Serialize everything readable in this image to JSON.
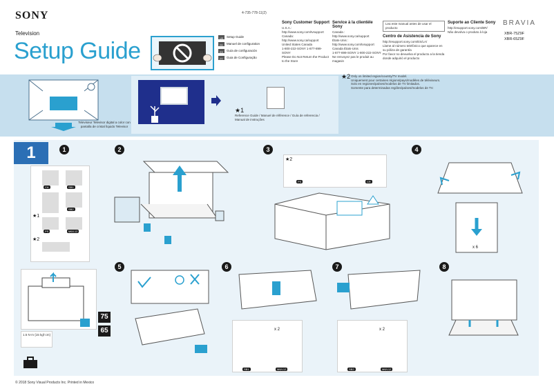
{
  "brand": "SONY",
  "product_label": "Television",
  "title": "Setup Guide",
  "doc_number": "4-735-778-11(2)",
  "languages": [
    {
      "code": "US",
      "label": "Setup Guide"
    },
    {
      "code": "FR",
      "label": "Manuel de configuration"
    },
    {
      "code": "ES",
      "label": "Guía de configuración"
    },
    {
      "code": "PT",
      "label": "Guia de Configuração"
    }
  ],
  "support_en": {
    "heading": "Sony Customer Support",
    "lines": [
      "U.S.A.:",
      "http://www.sony.com/tvsupport",
      "Canada:",
      "http://www.sony.ca/support",
      "United States   Canada",
      "1-800-222-SONY   1-877-899-SONY",
      "Please Do Not Return the Product to the Store"
    ]
  },
  "support_fr": {
    "heading": "Service à la clientèle Sony",
    "lines": [
      "Canada :",
      "http://www.sony.ca/support",
      "États-Unis :",
      "http://www.sony.com/tvsupport",
      "Canada   États-Unis",
      "1-877-899-SONY   1-800-222-SONY",
      "Ne renvoyez pas le produit au magasin"
    ]
  },
  "support_es": {
    "box": "Lea este manual antes de usar el producto",
    "heading": "Centro de Asistencia de Sony",
    "lines": [
      "http://esupport.sony.com/ES/LA/",
      "Llame al número telefónico que aparece en su póliza de garantía",
      "Por favor no devuelva el producto a la tienda donde adquirió el producto"
    ]
  },
  "support_pt": {
    "heading": "Suporte ao Cliente Sony",
    "lines": [
      "http://esupport.sony.com/BR/",
      "Não devolva o produto à loja"
    ]
  },
  "bravia": "BRAVIA",
  "models": [
    "XBR-75Z9F",
    "XBR-65Z9F"
  ],
  "band": {
    "tv_caption": "Televiseur\nTelevisor digital a color con pantalla de cristal líquido\nTelevisor",
    "ref_star": "★1",
    "ref_caption": "Reference Guide / Manuel de référence / Guía de referencia / Manual de instruções",
    "note_star": "★2",
    "note_lines": [
      "Only on limited region/country/TV model.",
      "Uniquement pour certaines régions/pays/modèles de téléviseurs.",
      "Solo en regiones/países/modelos de TV limitados.",
      "Somente para determinadas regiões/países/modelos de TV."
    ]
  },
  "step1": "1",
  "substeps": [
    "1",
    "2",
    "3",
    "4",
    "5",
    "6",
    "7",
    "8"
  ],
  "parts": {
    "stars": [
      "★1",
      "★2"
    ],
    "tags": [
      "CA",
      "SB1",
      "SB2",
      "M6/L12",
      "PS",
      "CR"
    ],
    "x6": "x 6",
    "x2": "x 2"
  },
  "sizes": [
    "75",
    "65"
  ],
  "screw_note": "1.5 N·m {15 kgf·cm}",
  "footer": "© 2018 Sony Visual Products Inc.  Printed in Mexico",
  "colors": {
    "accent": "#2aa0cf",
    "band": "#c6dfee",
    "deep_blue": "#1f2f8c"
  }
}
